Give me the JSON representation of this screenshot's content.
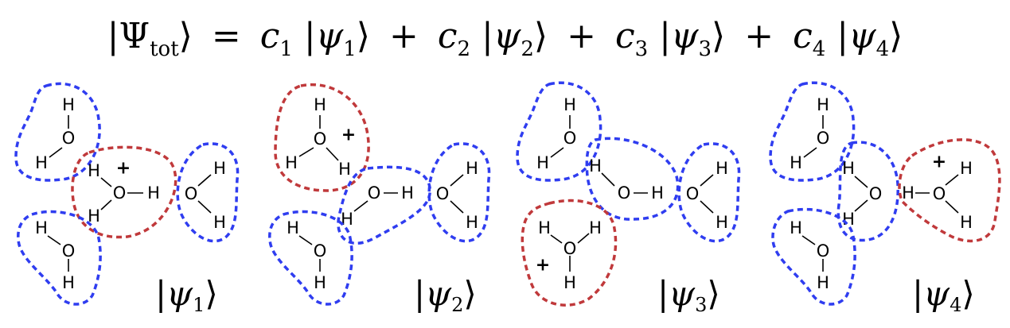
{
  "equation": {
    "lhs_symbol": "Ψ",
    "lhs_subscript": "tot",
    "equals": "=",
    "terms": [
      {
        "coef": "c",
        "coef_sub": "1",
        "state": "ψ",
        "state_sub": "1",
        "op": ""
      },
      {
        "coef": "c",
        "coef_sub": "2",
        "state": "ψ",
        "state_sub": "2",
        "op": "+"
      },
      {
        "coef": "c",
        "coef_sub": "3",
        "state": "ψ",
        "state_sub": "3",
        "op": "+"
      },
      {
        "coef": "c",
        "coef_sub": "4",
        "state": "ψ",
        "state_sub": "4",
        "op": "+"
      }
    ]
  },
  "panels": [
    {
      "label_symbol": "ψ",
      "label_sub": "1"
    },
    {
      "label_symbol": "ψ",
      "label_sub": "2"
    },
    {
      "label_symbol": "ψ",
      "label_sub": "3"
    },
    {
      "label_symbol": "ψ",
      "label_sub": "4"
    }
  ],
  "atoms": {
    "hydrogen": "H",
    "oxygen": "O",
    "charge": "+"
  },
  "colors": {
    "neutral_water": "#2f3df0",
    "hydronium": "#c0393b"
  }
}
